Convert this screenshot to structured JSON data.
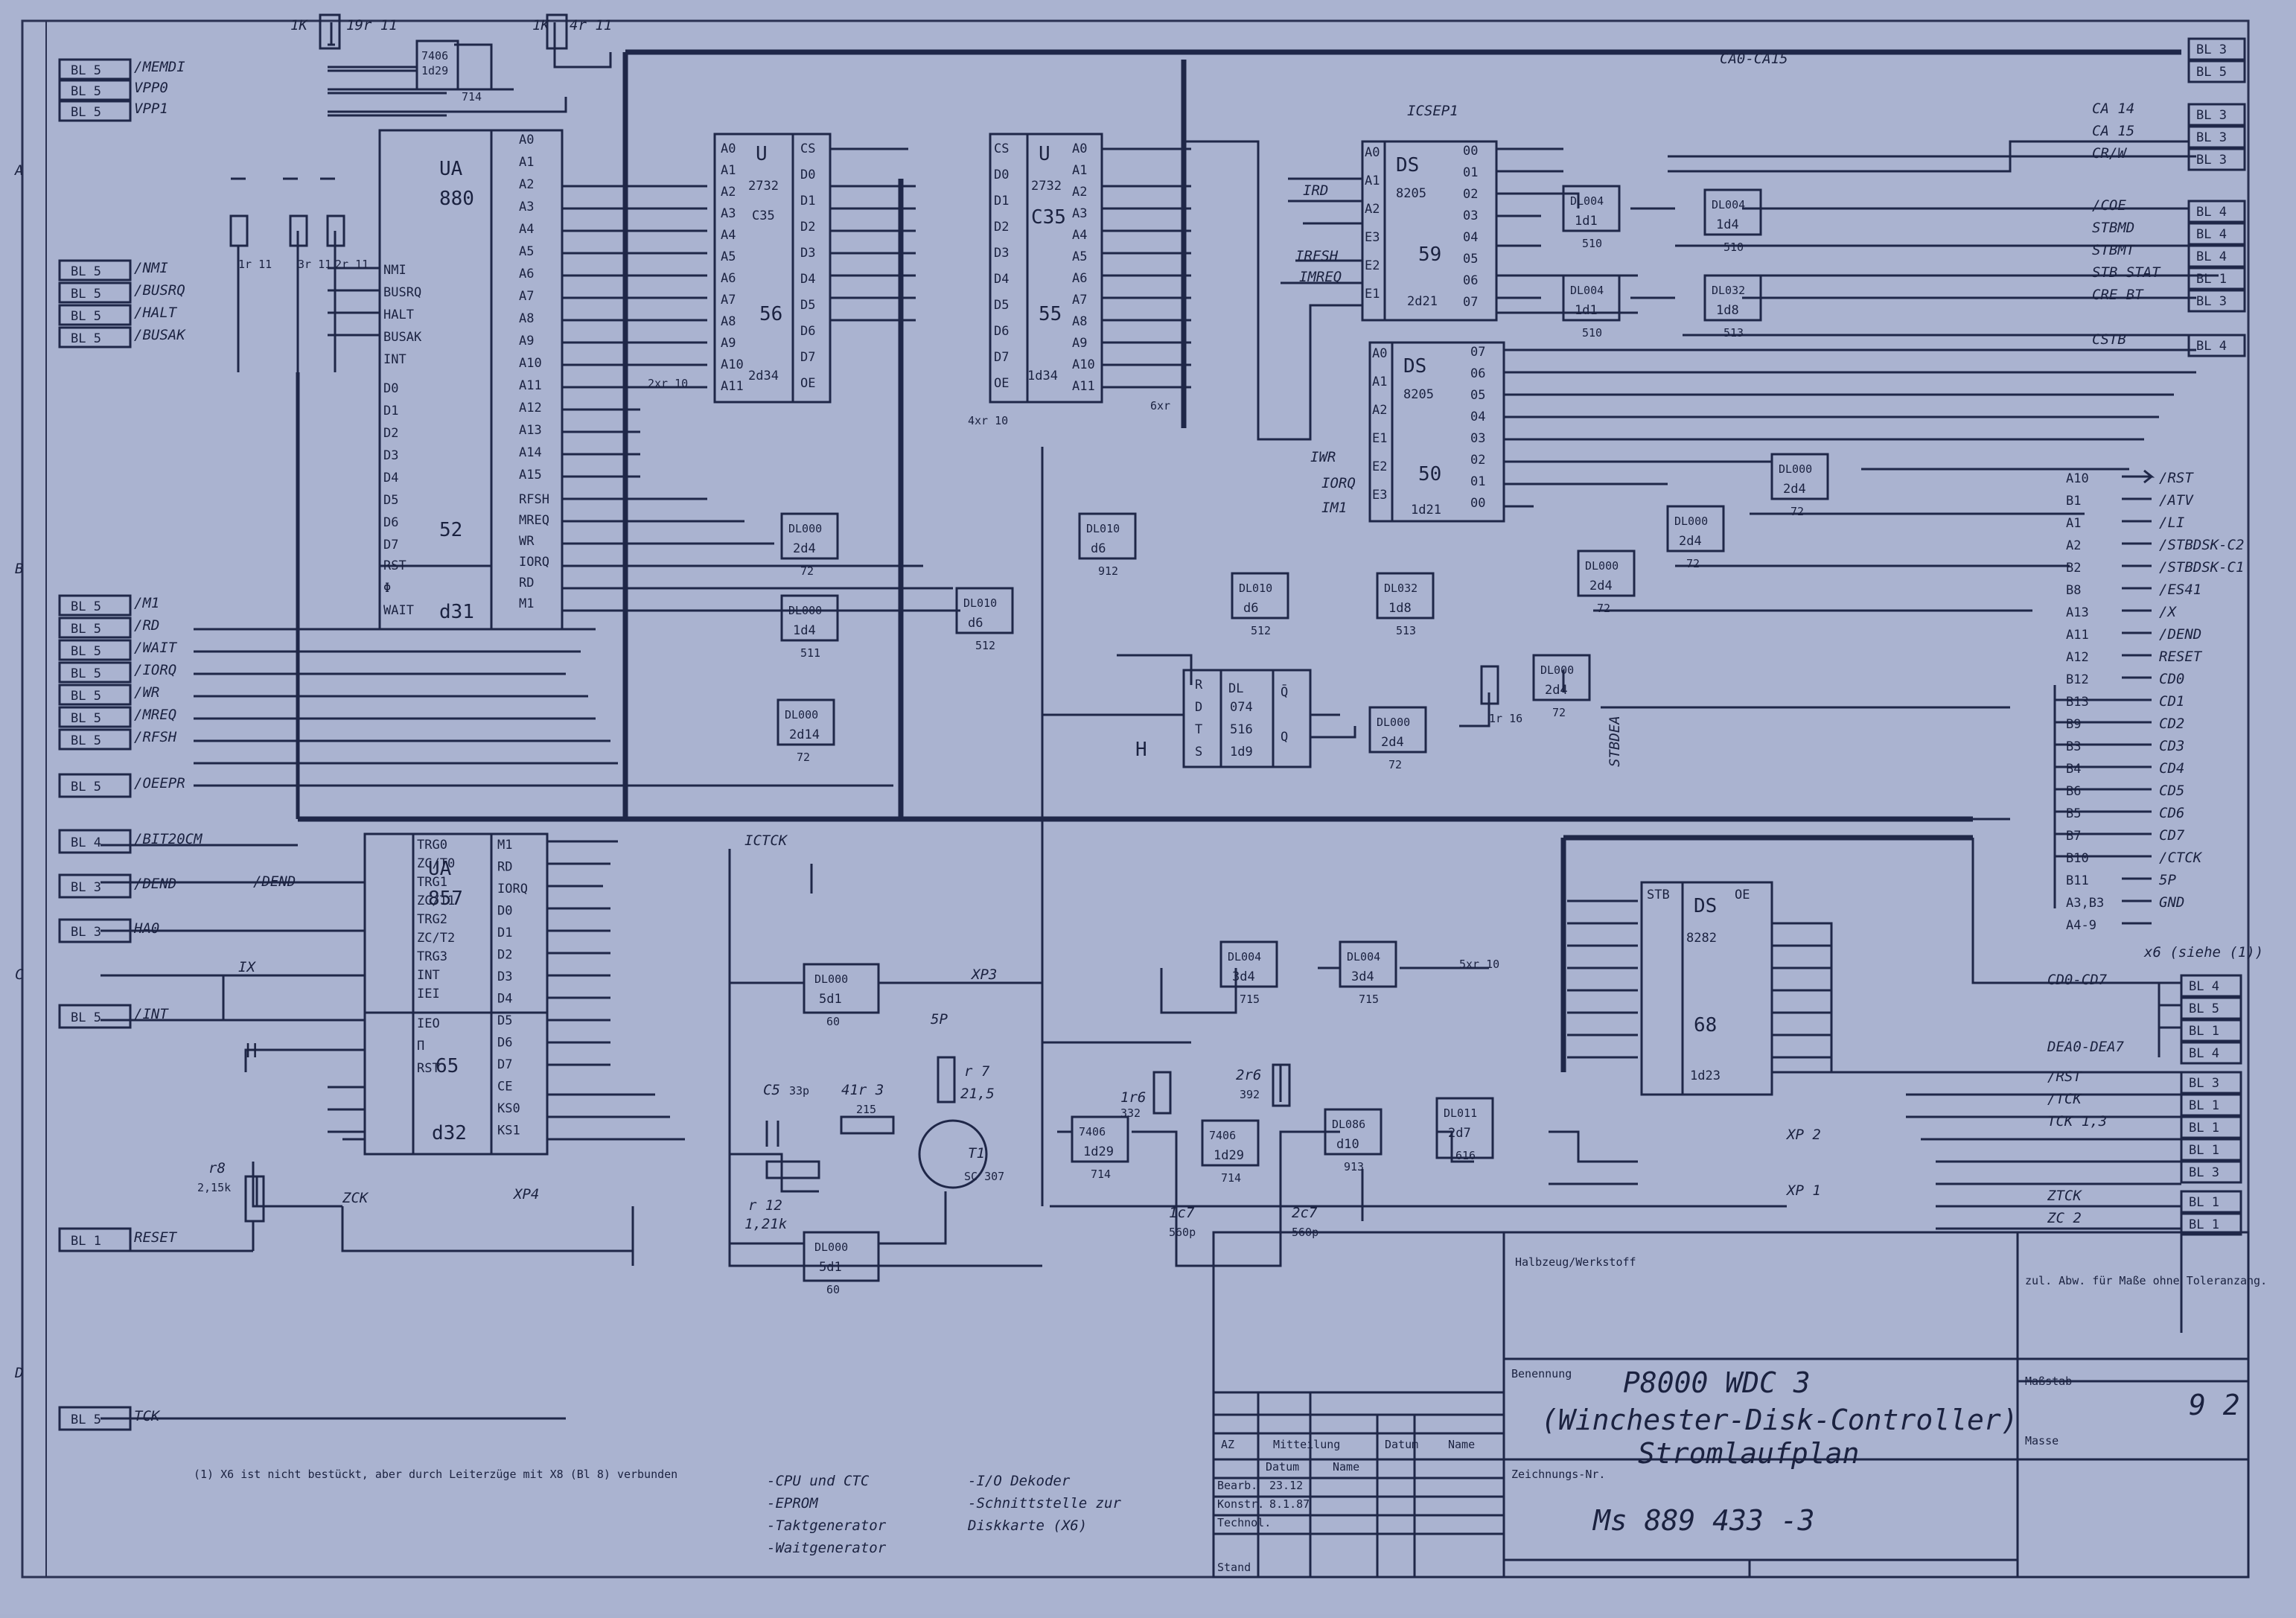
{
  "drawing": {
    "designation_header": "Benennung",
    "title_line1": "P8000 WDC 3",
    "title_line2": "(Winchester-Disk-Controller)",
    "title_line3": "Stromlaufplan",
    "number_header": "Zeichnungs-Nr.",
    "number": "Ms 889 433 -3",
    "material_header": "Halbzeug/Werkstoff",
    "tolerance_header": "zul. Abw. für Maße ohne Toleranzang.",
    "scale_header": "Maßstab",
    "mass_header": "Masse",
    "sheet": "9 2",
    "notes": {
      "x6": "(1) X6 ist nicht bestückt, aber durch Leiterzüge mit X8 (Bl 8) verbunden",
      "f1": "-CPU und CTC",
      "f2": "-EPROM",
      "f3": "-Taktgenerator",
      "f4": "-Waitgenerator",
      "f5": "-I/O Dekoder",
      "f6": "-Schnittstelle zur",
      "f7": "Diskkarte (X6)"
    },
    "revision": {
      "az": "AZ",
      "mitteilung": "Mitteilung",
      "datum": "Datum",
      "name": "Name",
      "bearb": "Bearb.",
      "konstr": "Konstr.",
      "technol": "Technol.",
      "stand": "Stand",
      "date1": "23.12",
      "date2": "8.1.87"
    }
  },
  "chips": {
    "cpu": {
      "type": "UA",
      "num": "880",
      "ref": "d31",
      "id": "52",
      "left_pins": [
        "NMI",
        "BUSRQ",
        "HALT",
        "BUSAK",
        "INT",
        "D0",
        "D1",
        "D2",
        "D3",
        "D4",
        "D5",
        "D6",
        "D7",
        "RST",
        "Φ",
        "WAIT"
      ],
      "right_pins": [
        "A0",
        "A1",
        "A2",
        "A3",
        "A4",
        "A5",
        "A6",
        "A7",
        "A8",
        "A9",
        "A10",
        "A11",
        "A12",
        "A13",
        "A14",
        "A15",
        "RFSH",
        "MREQ",
        "WR",
        "IORQ",
        "RD",
        "M1"
      ]
    },
    "ctc": {
      "type": "UA",
      "num": "857",
      "ref": "d32",
      "id": "65",
      "left_pins": [
        "TRG0",
        "ZC/T0",
        "TRG1",
        "ZC/T1",
        "TRG2",
        "ZC/T2",
        "TRG3",
        "INT",
        "IEI",
        "IEO",
        "Π",
        "RST"
      ],
      "right_pins": [
        "M1",
        "RD",
        "IORQ",
        "D0",
        "D1",
        "D2",
        "D3",
        "D4",
        "D5",
        "D6",
        "D7",
        "CE",
        "KS0",
        "KS1"
      ]
    },
    "eprom1": {
      "type": "U",
      "num": "2732",
      "ref": "2d34",
      "id": "56",
      "label": "C35",
      "pins_left": [
        "A0",
        "A1",
        "A2",
        "A3",
        "A4",
        "A5",
        "A6",
        "A7",
        "A8",
        "A9",
        "A10",
        "A11"
      ],
      "pins_right": [
        "CS",
        "D0",
        "D1",
        "D2",
        "D3",
        "D4",
        "D5",
        "D6",
        "D7",
        "OE"
      ]
    },
    "eprom2": {
      "type": "U",
      "num": "2732",
      "ref": "1d34",
      "id": "55",
      "label": "C35",
      "pins_left": [
        "CS",
        "D0",
        "D1",
        "D2",
        "D3",
        "D4",
        "D5",
        "D6",
        "D7",
        "OE"
      ],
      "pins_right": [
        "A0",
        "A1",
        "A2",
        "A3",
        "A4",
        "A5",
        "A6",
        "A7",
        "A8",
        "A9",
        "A10",
        "A11"
      ]
    },
    "dec1": {
      "type": "DS",
      "num": "8205",
      "ref": "2d21",
      "id": "59",
      "left_pins": [
        "A0",
        "A1",
        "A2",
        "E3",
        "E2",
        "E1"
      ],
      "right_pins": [
        "00",
        "01",
        "02",
        "03",
        "04",
        "05",
        "06",
        "07"
      ]
    },
    "dec2": {
      "type": "DS",
      "num": "8205",
      "ref": "1d21",
      "id": "50",
      "left_pins": [
        "A0",
        "A1",
        "A2",
        "E1",
        "E2",
        "E3"
      ],
      "right_pins": [
        "07",
        "06",
        "05",
        "04",
        "03",
        "02",
        "01",
        "00"
      ]
    },
    "latch": {
      "type": "DS",
      "num": "8282",
      "ref": "1d23",
      "id": "68",
      "stb": "STB",
      "oe": "OE"
    },
    "ff": {
      "type": "DL",
      "num": "074",
      "ref": "1d9",
      "sub": "516",
      "pins": [
        "R",
        "D",
        "T",
        "S",
        "Q̄",
        "Q"
      ]
    }
  },
  "gates": [
    {
      "name": "DL000",
      "ref": "2d4",
      "sub": "72"
    },
    {
      "name": "DL000",
      "ref": "1d4",
      "sub": "511"
    },
    {
      "name": "DL010",
      "ref": "d6",
      "sub": "512"
    },
    {
      "name": "DL010",
      "ref": "d6",
      "sub": "912"
    },
    {
      "name": "DL010",
      "ref": "d6",
      "sub": "512"
    },
    {
      "name": "DL032",
      "ref": "1d8",
      "sub": "513"
    },
    {
      "name": "DL000",
      "ref": "2d4",
      "sub": "72"
    },
    {
      "name": "DL000",
      "ref": "2d4",
      "sub": "72"
    },
    {
      "name": "DL000",
      "ref": "2d4",
      "sub": "72"
    },
    {
      "name": "DL000",
      "ref": "2d4",
      "sub": "72"
    },
    {
      "name": "DL000",
      "ref": "2d4",
      "sub": "72"
    },
    {
      "name": "DL004",
      "ref": "1d1",
      "sub": "510"
    },
    {
      "name": "DL004",
      "ref": "1d1",
      "sub": "510"
    },
    {
      "name": "DL004",
      "ref": "1d4",
      "sub": "510"
    },
    {
      "name": "DL032",
      "ref": "1d8",
      "sub": "513"
    },
    {
      "name": "7406",
      "ref": "1d29",
      "sub": "714"
    },
    {
      "name": "DL000",
      "ref": "2d14",
      "sub": "72"
    },
    {
      "name": "DL000",
      "ref": "5d1",
      "sub": "60"
    },
    {
      "name": "DL000",
      "ref": "5d1",
      "sub": "60"
    },
    {
      "name": "DL004",
      "ref": "3d4",
      "sub": "715"
    },
    {
      "name": "DL004",
      "ref": "3d4",
      "sub": "715"
    },
    {
      "name": "7406",
      "ref": "1d29",
      "sub": "714"
    },
    {
      "name": "7406",
      "ref": "1d29",
      "sub": "714"
    },
    {
      "name": "DL086",
      "ref": "d10",
      "sub": "913"
    },
    {
      "name": "DL011",
      "ref": "2d7",
      "sub": "616"
    }
  ],
  "left_io": [
    {
      "bl": "BL 5",
      "sig": "/MEMDI"
    },
    {
      "bl": "BL 5",
      "sig": "VPP0"
    },
    {
      "bl": "BL 5",
      "sig": "VPP1"
    },
    {
      "bl": "BL 5",
      "sig": "/NMI"
    },
    {
      "bl": "BL 5",
      "sig": "/BUSRQ"
    },
    {
      "bl": "BL 5",
      "sig": "/HALT"
    },
    {
      "bl": "BL 5",
      "sig": "/BUSAK"
    },
    {
      "bl": "BL 5",
      "sig": "/M1"
    },
    {
      "bl": "BL 5",
      "sig": "/RD"
    },
    {
      "bl": "BL 5",
      "sig": "/WAIT"
    },
    {
      "bl": "BL 5",
      "sig": "/IORQ"
    },
    {
      "bl": "BL 5",
      "sig": "/WR"
    },
    {
      "bl": "BL 5",
      "sig": "/MREQ"
    },
    {
      "bl": "BL 5",
      "sig": "/RFSH"
    },
    {
      "bl": "BL 5",
      "sig": "/OEEPR"
    },
    {
      "bl": "BL 4",
      "sig": "/BIT20CM"
    },
    {
      "bl": "BL 3",
      "sig": "/DEND"
    },
    {
      "bl": "BL 3",
      "sig": "HA0"
    },
    {
      "bl": "BL 5",
      "sig": "/INT"
    },
    {
      "bl": "BL 1",
      "sig": "RESET"
    },
    {
      "bl": "BL 5",
      "sig": "TCK"
    }
  ],
  "right_io": [
    {
      "sig": "CA0-CA15",
      "bl": "BL 3"
    },
    {
      "sig": "",
      "bl": "BL 5"
    },
    {
      "sig": "CA 14",
      "bl": "BL 3"
    },
    {
      "sig": "CA 15",
      "bl": "BL 3"
    },
    {
      "sig": "CR/W",
      "bl": "BL 3"
    },
    {
      "sig": "/COE",
      "bl": "BL 4"
    },
    {
      "sig": "STBMD",
      "bl": "BL 4"
    },
    {
      "sig": "STBMT",
      "bl": "BL 4"
    },
    {
      "sig": "STB STAT",
      "bl": "BL 1"
    },
    {
      "sig": "CRE BT",
      "bl": "BL 3"
    },
    {
      "sig": "CSTB",
      "bl": "BL 4"
    }
  ],
  "x6": [
    {
      "pin": "A10",
      "sig": "/RST"
    },
    {
      "pin": "B1",
      "sig": "/ATV"
    },
    {
      "pin": "A1",
      "sig": "/LI"
    },
    {
      "pin": "A2",
      "sig": "/STBDSK-C2"
    },
    {
      "pin": "B2",
      "sig": "/STBDSK-C1"
    },
    {
      "pin": "B8",
      "sig": "/ES41"
    },
    {
      "pin": "A13",
      "sig": "/X"
    },
    {
      "pin": "A11",
      "sig": "/DEND"
    },
    {
      "pin": "A12",
      "sig": "RESET"
    },
    {
      "pin": "B12",
      "sig": "CD0"
    },
    {
      "pin": "B13",
      "sig": "CD1"
    },
    {
      "pin": "B9",
      "sig": "CD2"
    },
    {
      "pin": "B3",
      "sig": "CD3"
    },
    {
      "pin": "B4",
      "sig": "CD4"
    },
    {
      "pin": "B6",
      "sig": "CD5"
    },
    {
      "pin": "B5",
      "sig": "CD6"
    },
    {
      "pin": "B7",
      "sig": "CD7"
    },
    {
      "pin": "B10",
      "sig": "/CTCK"
    },
    {
      "pin": "B11",
      "sig": "5P"
    },
    {
      "pin": "A3,B3",
      "sig": "GND"
    },
    {
      "pin": "A4-9",
      "sig": ""
    }
  ],
  "x6_note": "x6 (siehe (1))",
  "right_bottom": [
    {
      "sig": "CD0-CD7",
      "bl": "BL 4"
    },
    {
      "sig": "",
      "bl": "BL 5"
    },
    {
      "sig": "",
      "bl": "BL 1"
    },
    {
      "sig": "DEA0-DEA7",
      "bl": "BL 4"
    },
    {
      "sig": "/RST",
      "bl": "BL 3"
    },
    {
      "sig": "/TCK",
      "bl": "BL 1"
    },
    {
      "sig": "TCK 1,3",
      "bl": "BL 1"
    },
    {
      "sig": "",
      "bl": "BL 1"
    },
    {
      "sig": "",
      "bl": "BL 3"
    },
    {
      "sig": "ZTCK",
      "bl": "BL 1"
    },
    {
      "sig": "ZC 2",
      "bl": "BL 1"
    }
  ],
  "labels": {
    "bus_ca": "CA0-CA15",
    "icsep": "ICSEP1",
    "ictck": "ICTCK",
    "iorq_in": "IRD",
    "irfsh": "IRFSH",
    "imreq": "IMREQ",
    "iwr": "IWR",
    "iorq2": "IORQ",
    "im1": "IM1",
    "stbdea": "STBDEA",
    "zck": "ZCK",
    "xp1": "XP 1",
    "xp2": "XP 2",
    "xp3": "XP3",
    "xp4": "XP4",
    "h1": "H",
    "h2": "H",
    "fivep": "5P",
    "r7": "r 7",
    "r7v": "21,5",
    "r12": "r 12",
    "r12v": "1,21k",
    "r8": "r8",
    "r8v": "2,15k",
    "r3": "41r 3",
    "r3v": "215",
    "c5": "C5",
    "c5v": "33p",
    "t1": "T1",
    "t1v": "SC 307",
    "r6a": "1r6",
    "r6av": "332",
    "r6b": "2r6",
    "r6bv": "392",
    "c7a": "1c7",
    "c7av": "560p",
    "c7b": "2c7",
    "c7bv": "560p",
    "res1k": "1K",
    "r19": "19r 11",
    "r4": "4r 11",
    "r1r11": "1r 11",
    "r3r11": "3r 11",
    "r2r11": "2r 11",
    "r1r16": "1r 16",
    "jmp1": "2xr 10",
    "jmp2": "4xr 10",
    "jmp3": "6xr",
    "jmp4": "5xr 10",
    "dend2": "/DEND",
    "ix": "IX",
    "ic7406": "7406",
    "ic1d29": "1d29",
    "ic714": "714"
  }
}
